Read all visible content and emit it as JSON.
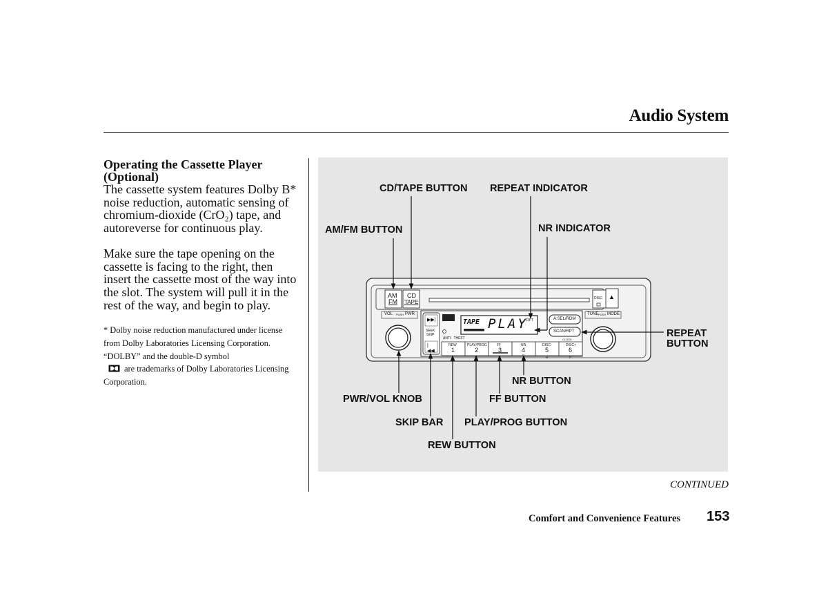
{
  "header": {
    "title": "Audio System"
  },
  "section": {
    "heading": "Operating the Cassette Player (Optional)",
    "paragraphs": [
      "The cassette system features Dolby B* noise reduction, automatic sensing of chromium-dioxide (CrO₂) tape, and autoreverse for continuous play.",
      "Make sure the tape opening on the cassette is facing to the right, then insert the cassette most of the way into the slot. The system will pull it in the rest of the way, and begin to play."
    ],
    "footnote_part1": "* Dolby noise reduction manufactured under license from Dolby Laboratories Licensing Corporation. “DOLBY” and the double-D symbol",
    "footnote_part2": "are trademarks of Dolby Laboratories Licensing Corporation."
  },
  "figure": {
    "callouts": {
      "cd_tape_button": "CD/TAPE BUTTON",
      "repeat_indicator": "REPEAT INDICATOR",
      "am_fm_button": "AM/FM BUTTON",
      "nr_indicator": "NR INDICATOR",
      "repeat_button_line1": "REPEAT",
      "repeat_button_line2": "BUTTON",
      "nr_button": "NR BUTTON",
      "pwr_vol_knob": "PWR/VOL KNOB",
      "ff_button": "FF BUTTON",
      "skip_bar": "SKIP BAR",
      "play_prog_button": "PLAY/PROG BUTTON",
      "rew_button": "REW BUTTON"
    },
    "unit": {
      "am_label": "AM",
      "fm_label": "FM",
      "cd_label": "CD",
      "tape_label": "TAPE",
      "disc_label": "DISC",
      "eject_symbol": "▲",
      "vol_label": "VOL",
      "push_label": "PUSH",
      "pwr_label": "PWR",
      "tune_label": "TUNE",
      "mode_label": "MODE",
      "seek_label": "SEEK",
      "skip_label": "SKIP",
      "anti_theft_label": "ANTI   THEFT",
      "display_text": "TAPE",
      "display_play": "PLAY",
      "rpt_label": "RPT",
      "asel_rdm_label": "A.SEL/RDM",
      "scan_rpt_label": "SCAN/RPT",
      "clock_label": "CLOCK",
      "presets": [
        {
          "top": "REW",
          "num": "1"
        },
        {
          "top": "PLAY/PROG",
          "num": "2"
        },
        {
          "top": "FF",
          "num": "3"
        },
        {
          "top": "NR",
          "num": "4"
        },
        {
          "top": "DISC-",
          "num": "5"
        },
        {
          "top": "DISC+",
          "num": "6"
        }
      ],
      "h_label": "H",
      "m_label": "M",
      "r_label": "R"
    }
  },
  "footer": {
    "continued": "CONTINUED",
    "section_name": "Comfort and Convenience Features",
    "page_number": "153"
  }
}
